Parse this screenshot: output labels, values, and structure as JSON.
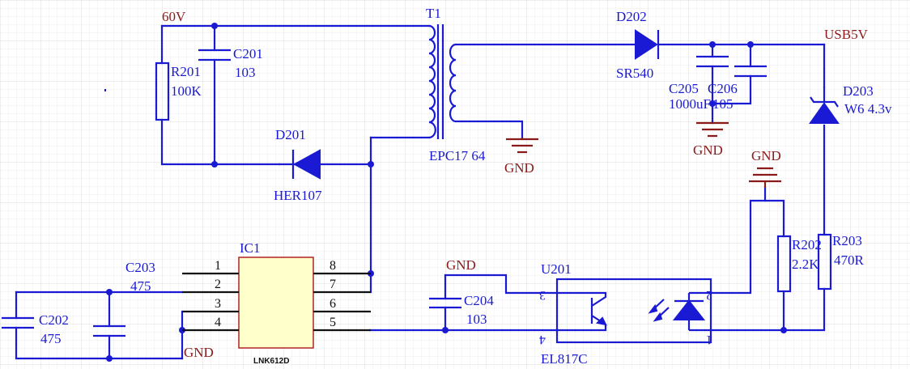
{
  "nets": {
    "v60": "60V",
    "usb5v": "USB5V",
    "gnd_secondary": "GND",
    "gnd_c205": "GND",
    "gnd_fb": "GND",
    "gnd_c204": "GND",
    "gnd_ic": "GND"
  },
  "components": {
    "r201": {
      "ref": "R201",
      "value": "100K"
    },
    "c201": {
      "ref": "C201",
      "value": "103"
    },
    "d201": {
      "ref": "D201",
      "value": "HER107"
    },
    "t1": {
      "ref": "T1",
      "value": "EPC17 64"
    },
    "d202": {
      "ref": "D202",
      "value": "SR540"
    },
    "c205": {
      "ref": "C205",
      "value": "1000uF"
    },
    "c206": {
      "ref": "C206",
      "value": "105"
    },
    "d203": {
      "ref": "D203",
      "value": "W6 4.3v"
    },
    "r202": {
      "ref": "R202",
      "value": "2.2K"
    },
    "r203": {
      "ref": "R203",
      "value": "470R"
    },
    "ic1": {
      "ref": "IC1",
      "value": "LNK612D",
      "pins": [
        "1",
        "2",
        "3",
        "4",
        "5",
        "6",
        "7",
        "8"
      ]
    },
    "c203": {
      "ref": "C203",
      "value": "475"
    },
    "c202": {
      "ref": "C202",
      "value": "475"
    },
    "c204": {
      "ref": "C204",
      "value": "103"
    },
    "u201": {
      "ref": "U201",
      "value": "EL817C",
      "pins": [
        "1",
        "2",
        "3",
        "4"
      ]
    }
  },
  "colors": {
    "wire": "#1a1ad4",
    "ground_symbol": "#8b1a1a",
    "ic_body": "#ffffcc",
    "ic_border": "#b22222"
  }
}
